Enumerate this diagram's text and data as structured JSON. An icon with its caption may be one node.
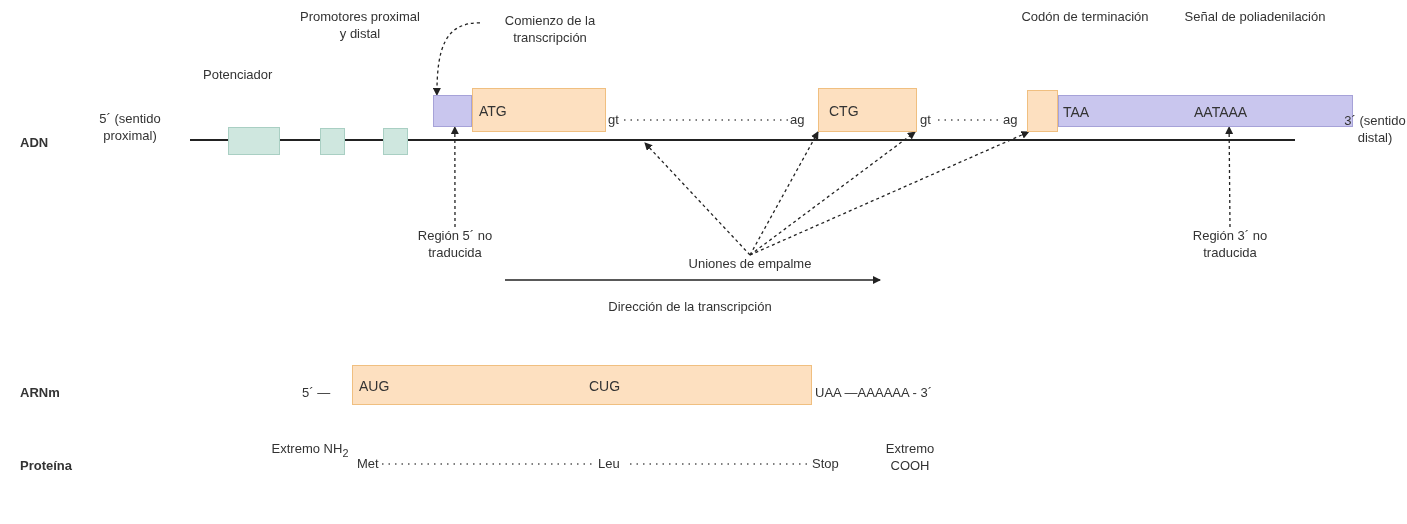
{
  "diagram": {
    "nodes": [
      {
        "text": [],
        "shape": "box",
        "beside": [
          "Potenciador"
        ]
      },
      {
        "text": [],
        "shape": "box"
      },
      {
        "text": [],
        "shape": "box"
      },
      {
        "text": [
          "Comienzo de la transcripción"
        ]
      },
      {
        "text": [],
        "shape": "box"
      },
      {
        "text": [
          "ATG"
        ]
      },
      {
        "text": [
          "CTG"
        ]
      },
      {
        "text": [],
        "shape": "box"
      },
      {
        "text": [
          "TAA",
          "AATAAA"
        ]
      },
      {
        "text": [
          "Región 5´ no traducida"
        ]
      },
      {
        "text": [
          "Uniones de empalme"
        ]
      },
      {
        "text": [
          "Región 3´ no traducida"
        ]
      },
      {
        "text": [
          "AUG",
          "CUG"
        ]
      }
    ],
    "edges": [
      {
        "from": 3,
        "to": 4,
        "arrow": "to",
        "style": "dashed"
      },
      {
        "from": 9,
        "to": 4,
        "arrow": "to",
        "style": "dashed"
      },
      {
        "from": 10,
        "to": null,
        "arrow": "to",
        "style": "dashed"
      },
      {
        "from": 10,
        "to": 6,
        "arrow": "to",
        "style": "dashed"
      },
      {
        "from": 10,
        "to": 6,
        "arrow": "to",
        "style": "dashed"
      },
      {
        "from": 10,
        "to": 7,
        "arrow": "to",
        "style": "dashed"
      },
      {
        "from": 11,
        "to": 8,
        "arrow": "to",
        "style": "dashed"
      }
    ],
    "labels": [
      "Promotores proximal y distal",
      "Codón de terminación",
      "Señal de poliadenilación",
      "5´ (sentido proximal)",
      "gt",
      "ag",
      "gt",
      "ag",
      "3´ (sentido distal)",
      "ADN",
      "Dirección de la transcripción",
      "ARNm",
      "5´ —",
      "UAA —AAAAAA - 3´",
      "Proteína",
      "Extremo NH$_{2}$",
      "Met",
      "Leu",
      "Stop",
      "Extremo COOH"
    ]
  }
}
